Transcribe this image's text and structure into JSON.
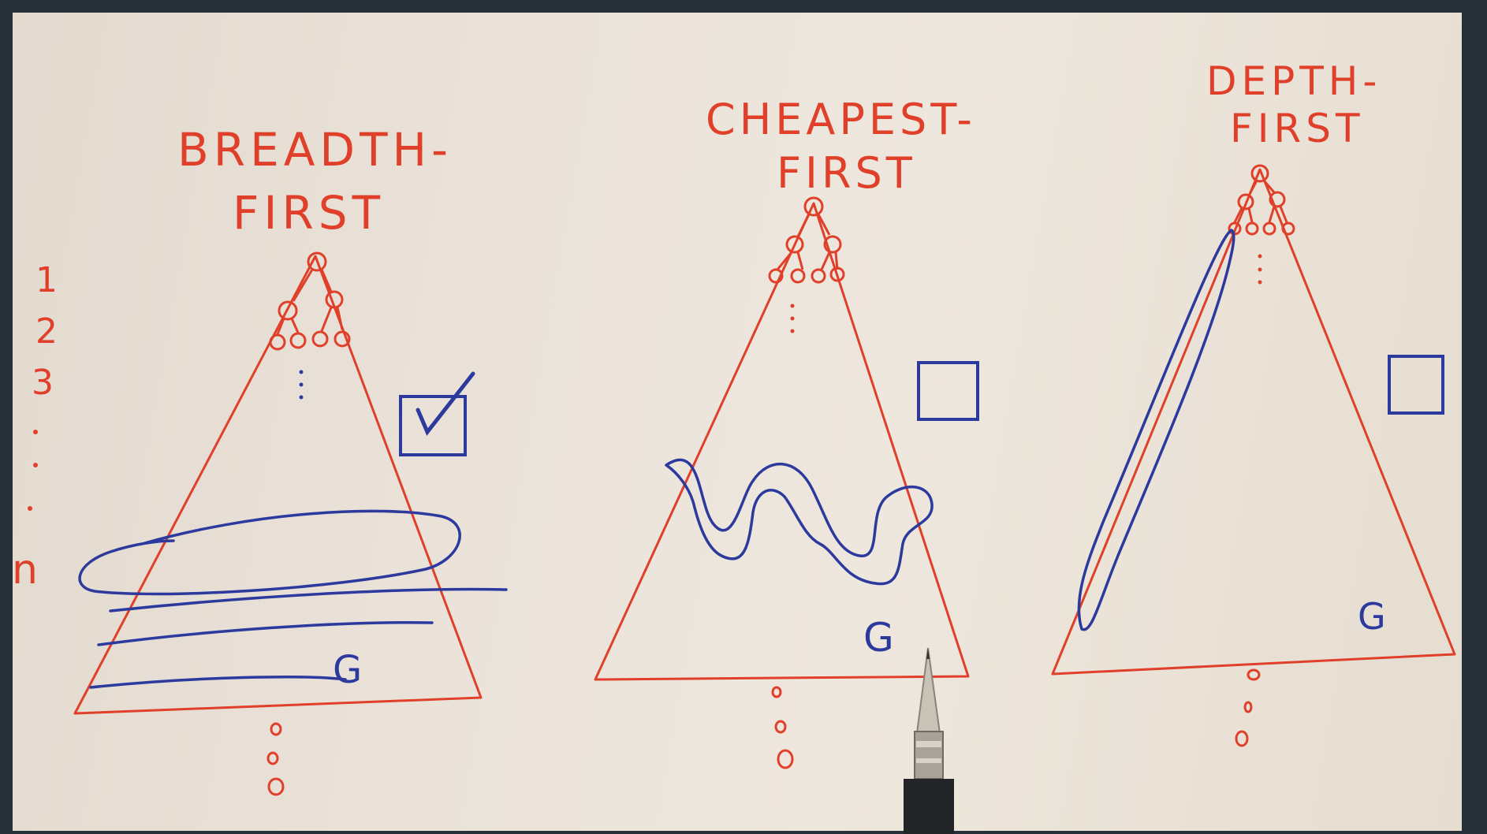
{
  "panels": [
    {
      "id": "breadth",
      "title_line1": "BREADTH-",
      "title_line2": "FIRST",
      "goal": "G",
      "checkbox_checked": true
    },
    {
      "id": "cheapest",
      "title_line1": "CHEAPEST-",
      "title_line2": "FIRST",
      "goal": "G",
      "checkbox_checked": false
    },
    {
      "id": "depth",
      "title_line1": "DEPTH-",
      "title_line2": "FIRST",
      "goal": "G",
      "checkbox_checked": false
    }
  ],
  "levels": [
    "1",
    "2",
    "3",
    "n"
  ],
  "colors": {
    "red_ink": "#e0402a",
    "blue_ink": "#2c3a9e",
    "paper": "#ebe3d9",
    "frame": "#263036"
  }
}
